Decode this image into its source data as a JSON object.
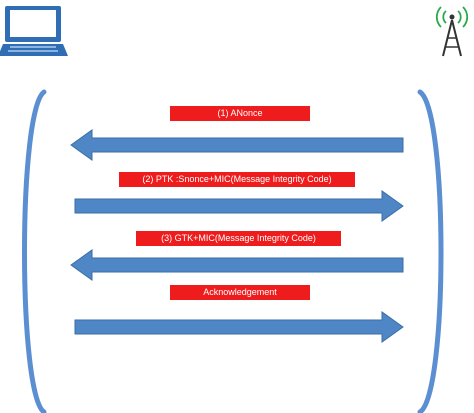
{
  "diagram": {
    "endpoints": {
      "left": {
        "icon": "laptop-icon"
      },
      "right": {
        "icon": "wireless-access-point-icon"
      }
    },
    "messages": [
      {
        "label": "(1) ANonce",
        "direction": "to-left"
      },
      {
        "label": "(2) PTK :Snonce+MIC(Message Integrity Code)",
        "direction": "to-right"
      },
      {
        "label": "(3) GTK+MIC(Message Integrity Code)",
        "direction": "to-left"
      },
      {
        "label": "Acknowledgement",
        "direction": "to-right"
      }
    ],
    "colors": {
      "arrow_fill": "#4f86c6",
      "arrow_stroke": "#3a6ea5",
      "label_fill": "#ee1c1c",
      "label_text": "#ffffff",
      "bracket": "#5b8fd1",
      "laptop": "#2f6db5"
    }
  }
}
